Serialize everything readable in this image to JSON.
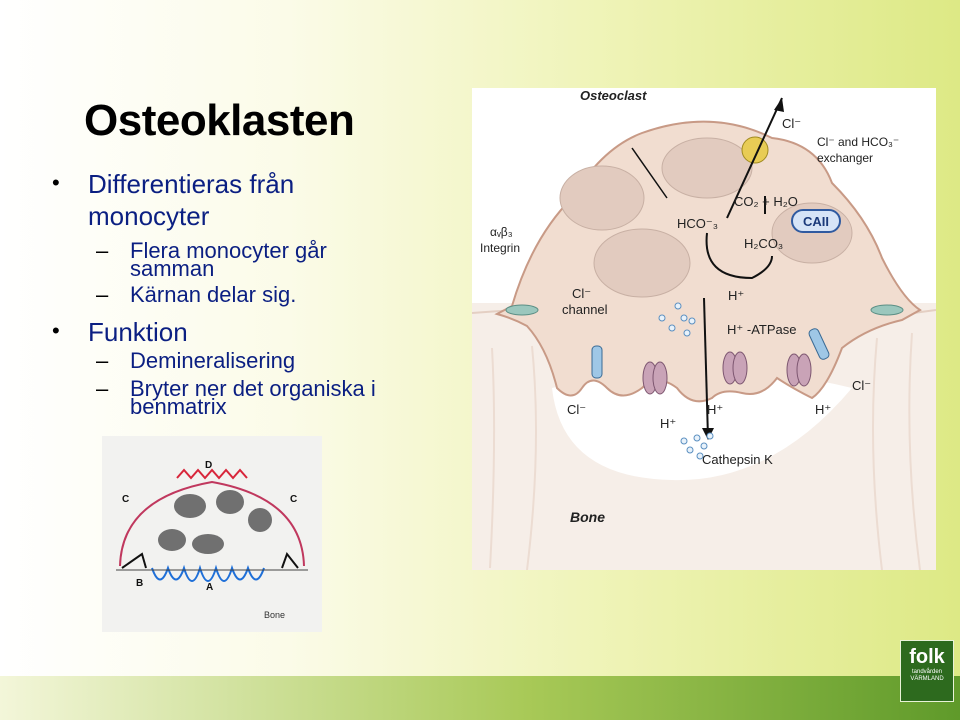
{
  "slide": {
    "title": "Osteoklasten",
    "bullets": [
      {
        "line1": "Differentieras från",
        "line2": "monocyter",
        "sub": [
          {
            "line1": "Flera monocyter går",
            "line2": "samman"
          },
          {
            "line1": "Kärnan delar sig."
          }
        ]
      },
      {
        "line1": "Funktion",
        "sub": [
          {
            "line1": "Demineralisering"
          },
          {
            "line1": "Bryter ner det organiska i",
            "line2": "benmatrix"
          }
        ]
      }
    ]
  },
  "figure_main": {
    "title": "Osteoclast",
    "cl_top": "Cl⁻",
    "exchanger": {
      "line1": "Cl⁻ and HCO₃⁻",
      "line2": "exchanger"
    },
    "co2_reaction": "CO₂ + H₂O",
    "hco3": "HCO⁻₃",
    "h2co3": "H₂CO₃",
    "enzyme": "CAII",
    "integrin": {
      "line1": "αᵥβ₃",
      "line2": "Integrin"
    },
    "cl_channel": {
      "line1": "Cl⁻",
      "line2": "channel"
    },
    "h_plus": "H⁺",
    "atpase": "H⁺ -ATPase",
    "cl_left": "Cl⁻",
    "cl_right": "Cl⁻",
    "h_labels": [
      "H⁺",
      "H⁺",
      "H⁺"
    ],
    "cathepsin": "Cathepsin K",
    "bone": "Bone"
  },
  "figure_small": {
    "labels": {
      "D": "D",
      "C_left": "C",
      "C_right": "C",
      "B": "B",
      "A": "A",
      "bone": "Bone"
    }
  },
  "logo": {
    "name": "folk",
    "tagline": "tandvården",
    "region": "VÄRMLAND"
  },
  "colors": {
    "text_blue": "#0b1f82",
    "cell": "#f1ddd0",
    "cell_border": "#c89a86",
    "membrane_blue": "#1e6fd8",
    "membrane_red": "#d8253a",
    "logo_green": "#2d6a1e"
  }
}
